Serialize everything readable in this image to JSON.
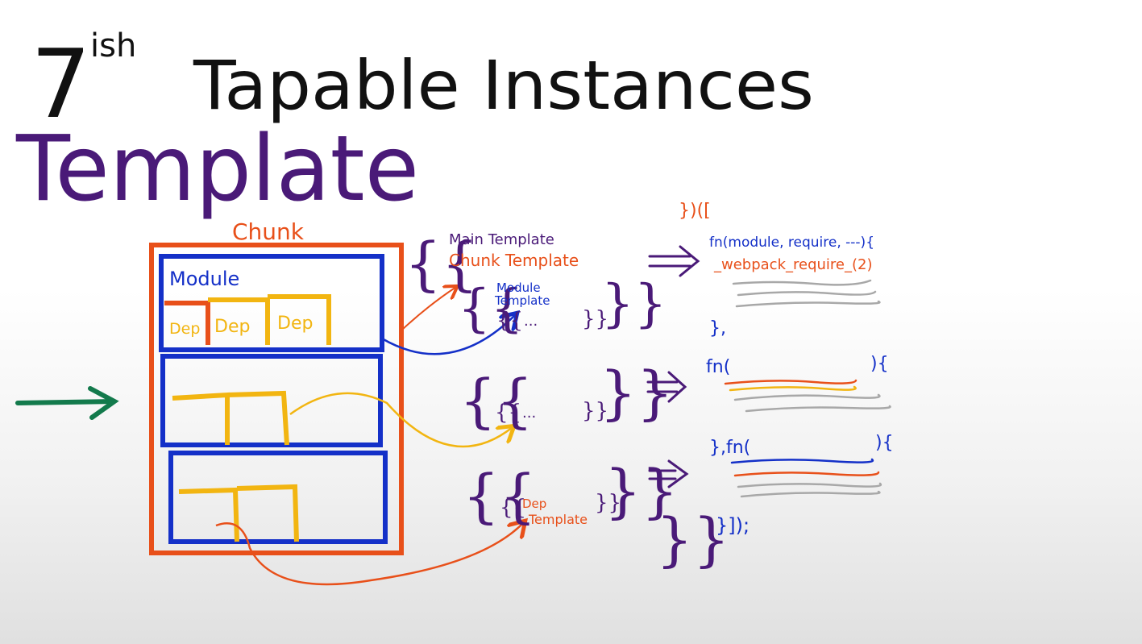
{
  "title": {
    "ordinal": "7",
    "sup": "ish",
    "rest": "Tapable Instances"
  },
  "subtitle": "Template",
  "chunk": {
    "label": "Chunk",
    "module_label": "Module",
    "deps": [
      "Dep",
      "Dep",
      "Dep"
    ]
  },
  "templates": {
    "main": "Main Template",
    "chunk": "Chunk Template",
    "module": "Module",
    "module2": "Template",
    "dep": "Dep",
    "dep2": "Template",
    "ellipsis": "..."
  },
  "output": {
    "open": "})([",
    "fn1": "fn(module, require, ---){",
    "require": "_webpack_require_(2)",
    "close1": "},",
    "fn2": "fn(",
    "fn2_end": "){",
    "close2": "},fn(",
    "fn3_end": "){",
    "end": "}]);"
  },
  "colors": {
    "black": "#111111",
    "purple": "#4a1a78",
    "orange": "#e8501a",
    "blue": "#1430c8",
    "yellow": "#f2b511",
    "green": "#137a4c",
    "gray": "#a8a8a8"
  }
}
